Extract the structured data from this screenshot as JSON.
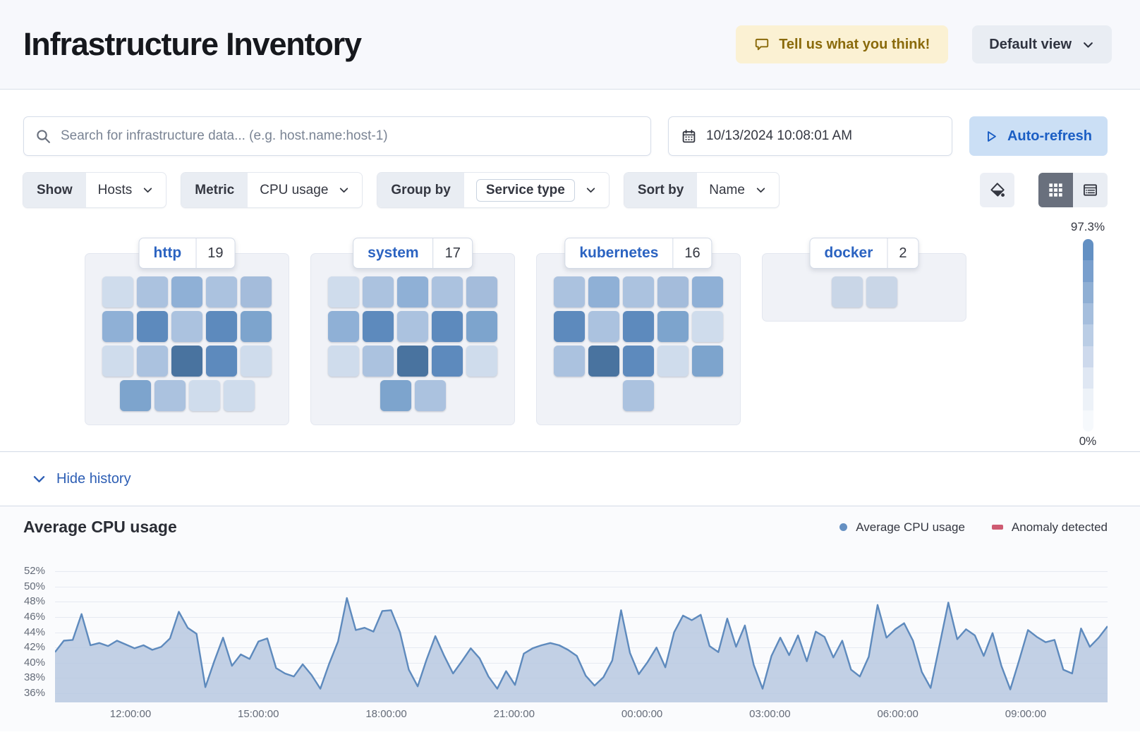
{
  "header": {
    "title": "Infrastructure Inventory",
    "feedback_label": "Tell us what you think!",
    "view_selector_label": "Default view"
  },
  "toolbar": {
    "search_placeholder": "Search for infrastructure data... (e.g. host.name:host-1)",
    "datetime": "10/13/2024 10:08:01 AM",
    "auto_refresh_label": "Auto-refresh"
  },
  "filters": {
    "show_label": "Show",
    "show_value": "Hosts",
    "metric_label": "Metric",
    "metric_value": "CPU usage",
    "group_by_label": "Group by",
    "group_by_value": "Service type",
    "sort_by_label": "Sort by",
    "sort_by_value": "Name"
  },
  "icons": {
    "feedback": "speech-bubble-icon",
    "view": "chevron-down-icon",
    "search": "search-icon",
    "date": "calendar-icon",
    "refresh": "play-icon",
    "palette": "paint-fill-icon",
    "grid": "grid-view-icon",
    "table": "table-view-icon",
    "history": "chevron-down-icon"
  },
  "legend_scale": {
    "max_label": "97.3%",
    "min_label": "0%",
    "colors": [
      "#6390c3",
      "#799fcd",
      "#8fafd4",
      "#a5bedd",
      "#bacde5",
      "#cdd9ec",
      "#dfe7f3",
      "#edf2f8",
      "#f6f9fc"
    ]
  },
  "waffle": {
    "groups": [
      {
        "name": "http",
        "count": "19",
        "rows": [
          [
            "#cfdcec",
            "#abc2df",
            "#8fb0d6",
            "#abc2df",
            "#a4bcdb"
          ],
          [
            "#8fb0d6",
            "#5d8abd",
            "#abc2df",
            "#5d8abd",
            "#7da4cd"
          ],
          [
            "#cfdcec",
            "#abc2df",
            "#49739f",
            "#5d8abd",
            "#cfdcec"
          ],
          [
            "#7da4cd",
            "#abc2df",
            "#cfdcec",
            "#cfdcec"
          ]
        ]
      },
      {
        "name": "system",
        "count": "17",
        "rows": [
          [
            "#cfdcec",
            "#abc2df",
            "#8fb0d6",
            "#abc2df",
            "#a4bcdb"
          ],
          [
            "#8fb0d6",
            "#5d8abd",
            "#abc2df",
            "#5d8abd",
            "#7da4cd"
          ],
          [
            "#cfdcec",
            "#abc2df",
            "#49739f",
            "#5d8abd",
            "#cfdcec"
          ],
          [
            "#7da4cd",
            "#abc2df"
          ]
        ]
      },
      {
        "name": "kubernetes",
        "count": "16",
        "rows": [
          [
            "#abc2df",
            "#8fb0d6",
            "#abc2df",
            "#a4bcdb",
            "#8fb0d6"
          ],
          [
            "#5d8abd",
            "#abc2df",
            "#5d8abd",
            "#7da4cd",
            "#cfdcec"
          ],
          [
            "#abc2df",
            "#49739f",
            "#5d8abd",
            "#cfdcec",
            "#7da4cd"
          ],
          [
            "#abc2df"
          ]
        ]
      },
      {
        "name": "docker",
        "count": "2",
        "rows": [
          [
            "#c9d6e7",
            "#c9d6e7"
          ]
        ]
      }
    ]
  },
  "history_toggle": {
    "label": "Hide history"
  },
  "chart_section": {
    "title": "Average CPU usage",
    "legend": [
      {
        "label": "Average CPU usage",
        "color": "#6590c2",
        "shape": "dot"
      },
      {
        "label": "Anomaly detected",
        "color": "#ce5b72",
        "shape": "bar"
      }
    ]
  },
  "chart_data": {
    "type": "area",
    "title": "Average CPU usage",
    "unit": "%",
    "ylim": [
      34.8,
      52.3
    ],
    "yticks": [
      52,
      50,
      48,
      46,
      44,
      42,
      40,
      38,
      36
    ],
    "xticks": [
      "12:00:00",
      "15:00:00",
      "18:00:00",
      "21:00:00",
      "00:00:00",
      "03:00:00",
      "06:00:00",
      "09:00:00"
    ],
    "grid": true,
    "legend_position": "top-right",
    "line_color": "#5e8abd",
    "fill_color": "#b4c6de",
    "series": [
      {
        "name": "Average CPU usage",
        "values": [
          41.4,
          42.9,
          43.0,
          46.4,
          42.3,
          42.6,
          42.2,
          42.9,
          42.4,
          41.9,
          42.3,
          41.7,
          42.1,
          43.2,
          46.7,
          44.6,
          43.8,
          36.8,
          40.2,
          43.3,
          39.6,
          41.1,
          40.5,
          42.8,
          43.2,
          39.3,
          38.6,
          38.2,
          39.8,
          38.4,
          36.6,
          39.9,
          42.8,
          48.5,
          44.3,
          44.6,
          44.1,
          46.8,
          46.9,
          44.0,
          39.1,
          36.9,
          40.4,
          43.5,
          40.9,
          38.6,
          40.2,
          41.9,
          40.6,
          38.2,
          36.6,
          38.9,
          37.1,
          41.2,
          41.9,
          42.3,
          42.6,
          42.3,
          41.7,
          40.9,
          38.3,
          37.0,
          38.1,
          40.3,
          46.9,
          41.3,
          38.5,
          40.1,
          42.0,
          39.4,
          44.0,
          46.2,
          45.6,
          46.3,
          42.2,
          41.4,
          45.8,
          42.1,
          44.9,
          39.7,
          36.6,
          40.9,
          43.3,
          41.0,
          43.6,
          40.2,
          44.1,
          43.4,
          40.7,
          42.9,
          39.1,
          38.2,
          40.8,
          47.6,
          43.3,
          44.4,
          45.2,
          42.9,
          38.8,
          36.7,
          42.3,
          47.9,
          43.1,
          44.4,
          43.6,
          40.9,
          43.9,
          39.6,
          36.5,
          40.3,
          44.3,
          43.4,
          42.7,
          43.0,
          39.1,
          38.6,
          44.5,
          42.1,
          43.3,
          44.8
        ]
      },
      {
        "name": "Anomaly detected",
        "values": []
      }
    ]
  }
}
